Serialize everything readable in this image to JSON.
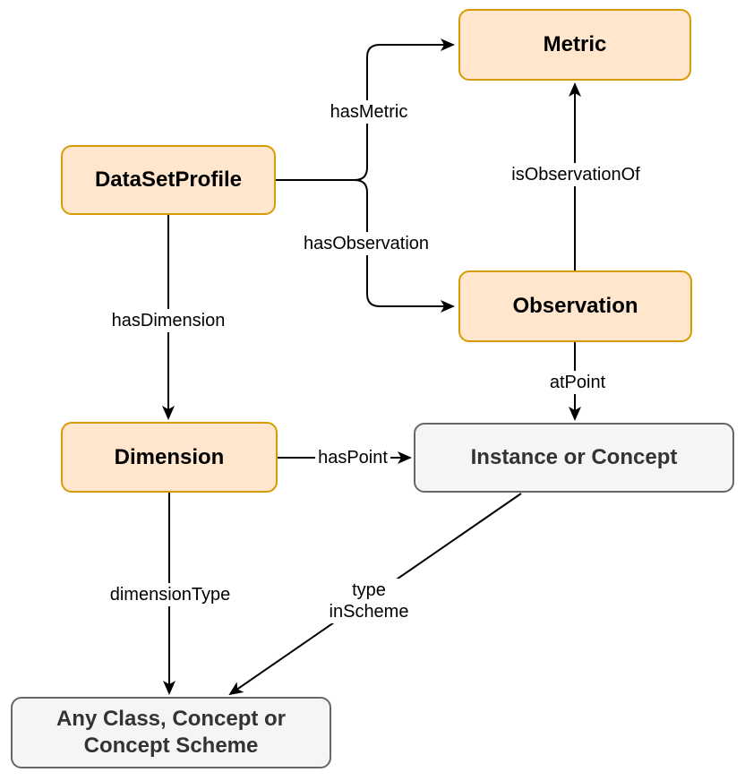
{
  "diagram": {
    "kind": "class-relationship-diagram",
    "colors": {
      "class_fill": "#FFE6CC",
      "class_border": "#D79B00",
      "external_fill": "#F5F5F5",
      "external_border": "#666666",
      "external_text": "#333333",
      "edge": "#000000",
      "background": "#ffffff"
    },
    "nodes": {
      "metric": {
        "label": "Metric",
        "style": "orange"
      },
      "dataset_profile": {
        "label": "DataSetProfile",
        "style": "orange"
      },
      "observation": {
        "label": "Observation",
        "style": "orange"
      },
      "dimension": {
        "label": "Dimension",
        "style": "orange"
      },
      "instance_or_concept": {
        "label": "Instance or Concept",
        "style": "gray"
      },
      "any_class": {
        "label": "Any Class, Concept or Concept Scheme",
        "style": "gray"
      }
    },
    "edges": {
      "has_metric": {
        "label": "hasMetric",
        "from": "dataset_profile",
        "to": "metric"
      },
      "has_observation": {
        "label": "hasObservation",
        "from": "dataset_profile",
        "to": "observation"
      },
      "is_observation_of": {
        "label": "isObservationOf",
        "from": "observation",
        "to": "metric"
      },
      "has_dimension": {
        "label": "hasDimension",
        "from": "dataset_profile",
        "to": "dimension"
      },
      "at_point": {
        "label": "atPoint",
        "from": "observation",
        "to": "instance_or_concept"
      },
      "has_point": {
        "label": "hasPoint",
        "from": "dimension",
        "to": "instance_or_concept"
      },
      "dimension_type": {
        "label": "dimensionType",
        "from": "dimension",
        "to": "any_class"
      },
      "type_in_scheme": {
        "label": "type\ninScheme",
        "from": "instance_or_concept",
        "to": "any_class"
      }
    }
  }
}
